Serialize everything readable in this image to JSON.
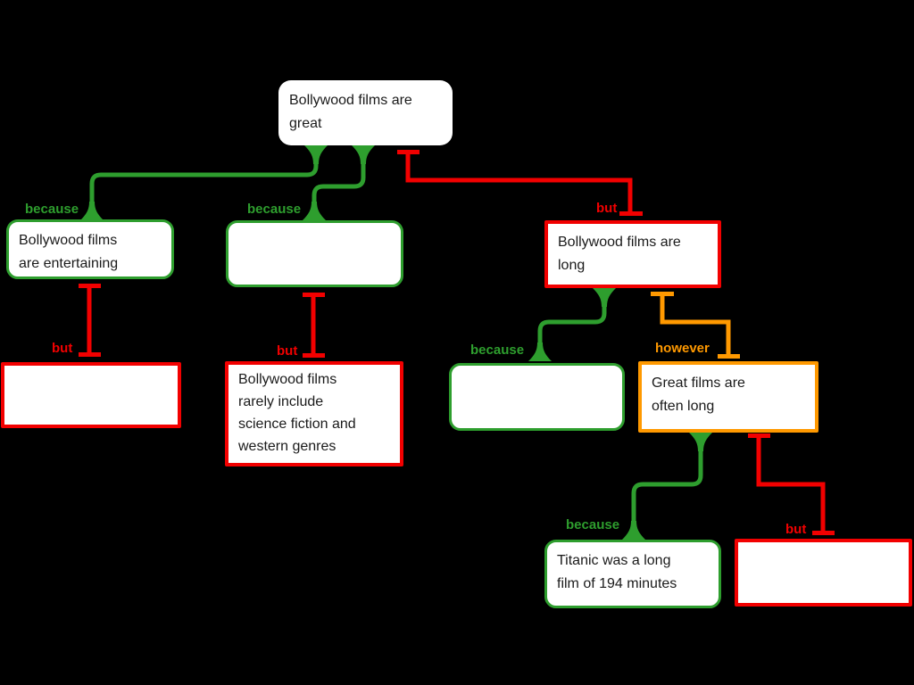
{
  "diagram": {
    "background": "#000000",
    "colors": {
      "support": "#2e9e2e",
      "objection": "#f20000",
      "rebuttal": "#ff9900",
      "node_background": "#ffffff",
      "node_text": "#1a1a1a"
    },
    "nodes": [
      {
        "id": "main-claim",
        "type": "claim",
        "text": "Bollywood films are\ngreat"
      },
      {
        "id": "entertaining",
        "type": "support",
        "text": "Bollywood films\nare entertaining"
      },
      {
        "id": "support-empty-1",
        "type": "support",
        "text": ""
      },
      {
        "id": "films-long",
        "type": "objection",
        "text": "Bollywood films are\nlong"
      },
      {
        "id": "objection-empty-1",
        "type": "objection",
        "text": ""
      },
      {
        "id": "genres",
        "type": "objection",
        "text": "Bollywood films\nrarely include\nscience fiction and\nwestern genres"
      },
      {
        "id": "support-empty-2",
        "type": "support",
        "text": ""
      },
      {
        "id": "great-films-long",
        "type": "rebuttal",
        "text": "Great films are\noften long"
      },
      {
        "id": "titanic",
        "type": "support",
        "text": "Titanic was a long\nfilm of 194 minutes"
      },
      {
        "id": "objection-empty-2",
        "type": "objection",
        "text": ""
      }
    ],
    "connector_labels": [
      {
        "text": "because",
        "type": "support"
      },
      {
        "text": "because",
        "type": "support"
      },
      {
        "text": "but",
        "type": "objection"
      },
      {
        "text": "but",
        "type": "objection"
      },
      {
        "text": "but",
        "type": "objection"
      },
      {
        "text": "because",
        "type": "support"
      },
      {
        "text": "however",
        "type": "rebuttal"
      },
      {
        "text": "because",
        "type": "support"
      },
      {
        "text": "but",
        "type": "objection"
      }
    ]
  }
}
